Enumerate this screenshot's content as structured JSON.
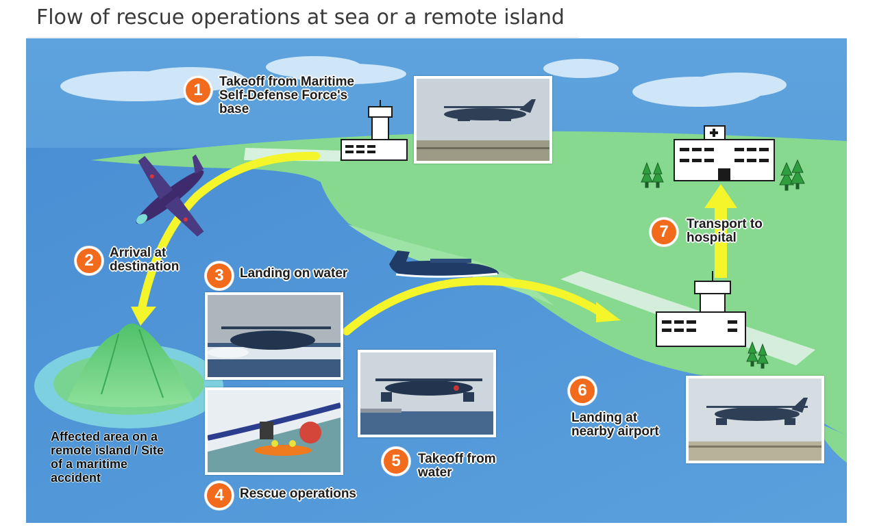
{
  "title": "Flow of rescue operations at sea or a remote island",
  "steps": [
    {
      "number": "1",
      "label": "Takeoff from Maritime\nSelf-Defense Force's\nbase"
    },
    {
      "number": "2",
      "label": "Arrival at\ndestination"
    },
    {
      "number": "3",
      "label": "Landing on water"
    },
    {
      "number": "4",
      "label": "Rescue operations"
    },
    {
      "number": "5",
      "label": "Takeoff from\nwater"
    },
    {
      "number": "6",
      "label": "Landing at\nnearby airport"
    },
    {
      "number": "7",
      "label": "Transport to\nhospital"
    }
  ],
  "affected_area": "Affected area on a\nremote island / Site\nof a maritime\naccident",
  "colors": {
    "sea": "#4f9ad8",
    "land": "#86d98f",
    "arrow": "#f4f52a",
    "badge": "#f26b1d"
  }
}
